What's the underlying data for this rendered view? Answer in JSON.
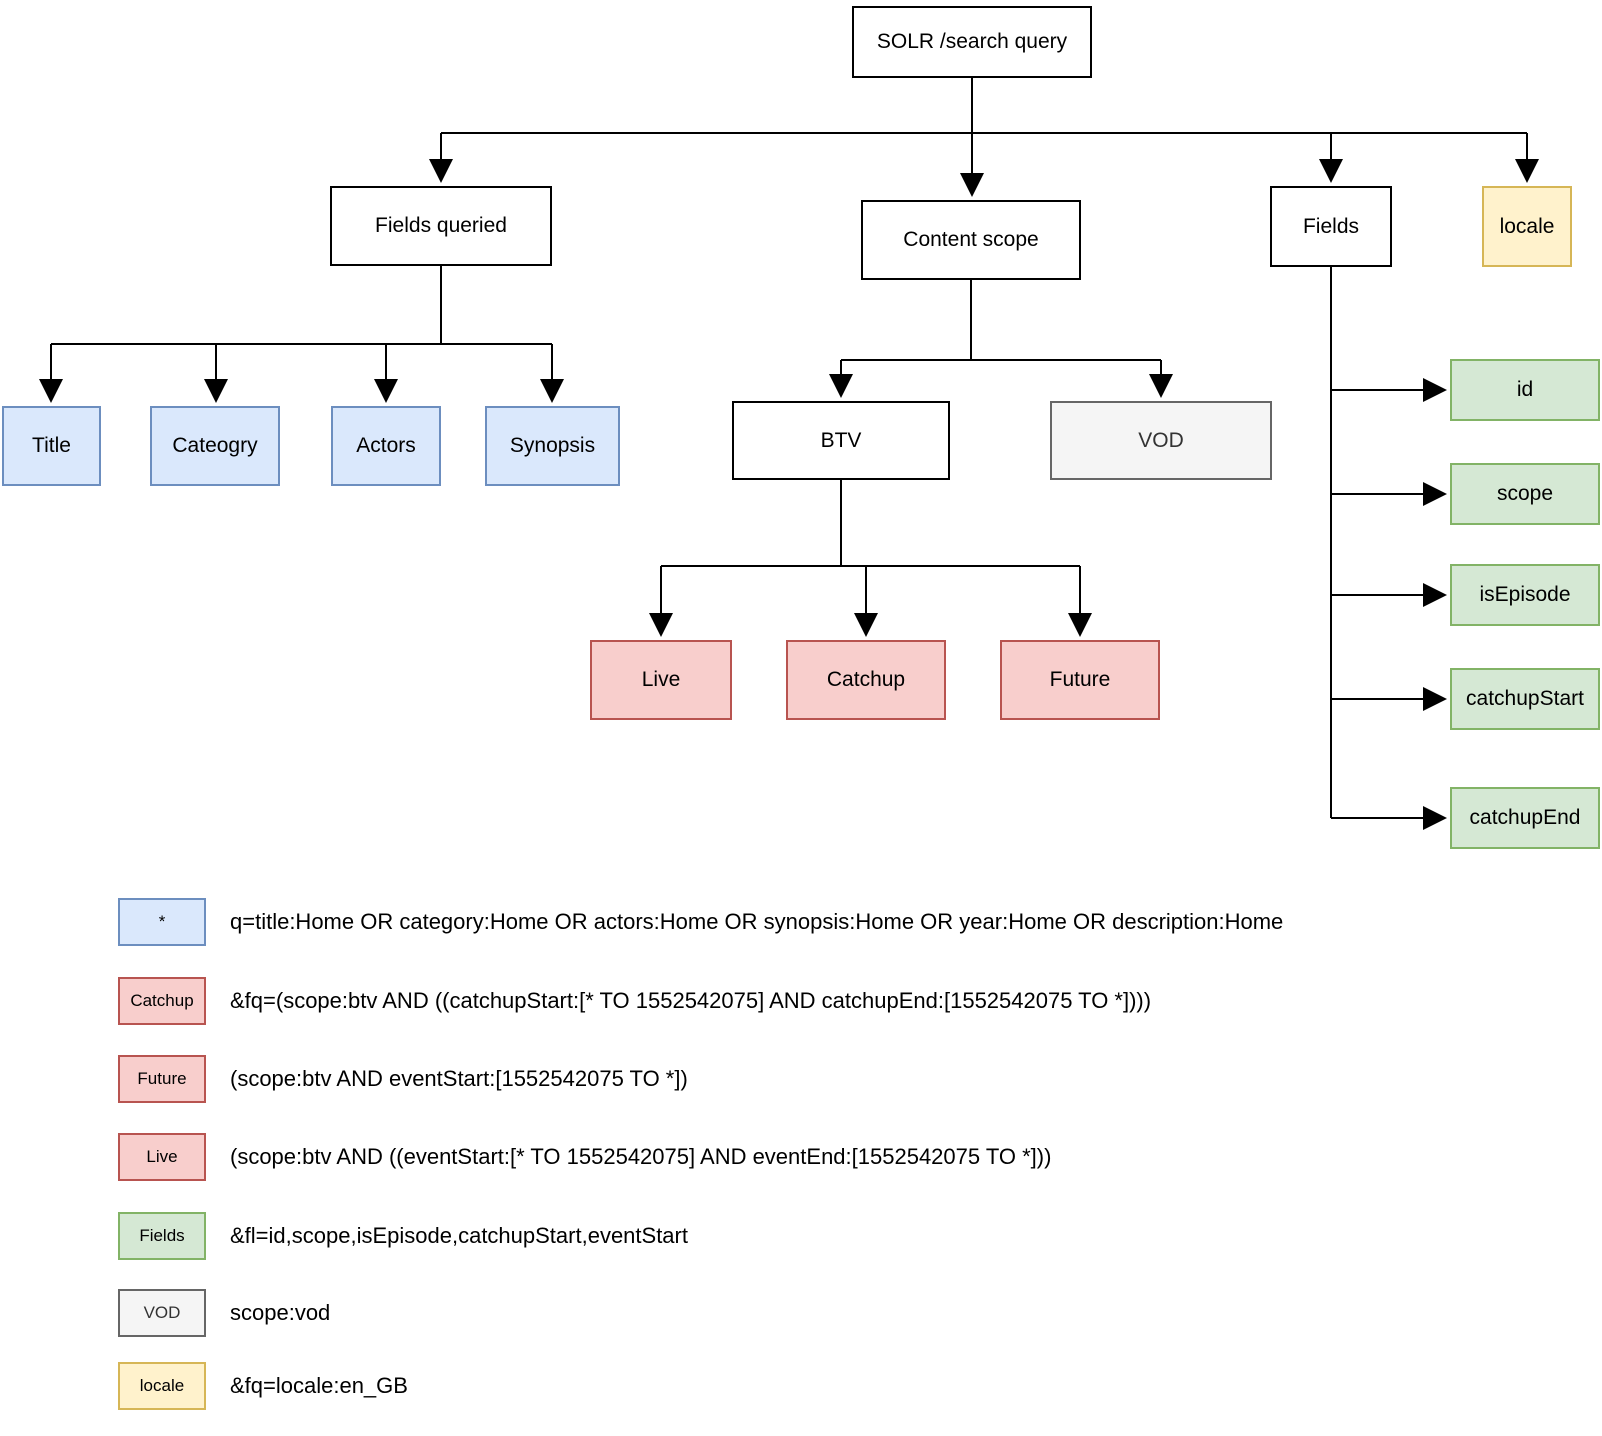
{
  "diagram": {
    "nodes": {
      "solr": {
        "label": "SOLR /search query"
      },
      "fields_queried": {
        "label": "Fields queried"
      },
      "content_scope": {
        "label": "Content scope"
      },
      "fields": {
        "label": "Fields"
      },
      "locale": {
        "label": "locale"
      },
      "title": {
        "label": "Title"
      },
      "cateogry": {
        "label": "Cateogry"
      },
      "actors": {
        "label": "Actors"
      },
      "synopsis": {
        "label": "Synopsis"
      },
      "btv": {
        "label": "BTV"
      },
      "vod": {
        "label": "VOD"
      },
      "live": {
        "label": "Live"
      },
      "catchup": {
        "label": "Catchup"
      },
      "future": {
        "label": "Future"
      },
      "id": {
        "label": "id"
      },
      "scope": {
        "label": "scope"
      },
      "isEpisode": {
        "label": "isEpisode"
      },
      "catchupStart": {
        "label": "catchupStart"
      },
      "catchupEnd": {
        "label": "catchupEnd"
      }
    },
    "colors": {
      "blue_fill": "#dae8fc",
      "blue_border": "#6c8ebf",
      "red_fill": "#f8cecc",
      "red_border": "#b85450",
      "green_fill": "#d5e8d4",
      "green_border": "#82b366",
      "yellow_fill": "#fff2cc",
      "yellow_border": "#d6b656",
      "gray_fill": "#f5f5f5",
      "gray_border": "#666666",
      "plain_fill": "#ffffff",
      "plain_border": "#000000",
      "edge": "#000000"
    }
  },
  "legend": {
    "rows": [
      {
        "key": "*",
        "style": "blue",
        "text": "q=title:Home OR category:Home OR actors:Home OR synopsis:Home OR year:Home OR description:Home"
      },
      {
        "key": "Catchup",
        "style": "red",
        "text": "&fq=(scope:btv AND ((catchupStart:[* TO 1552542075] AND catchupEnd:[1552542075 TO *])))"
      },
      {
        "key": "Future",
        "style": "red",
        "text": "(scope:btv AND eventStart:[1552542075 TO *])"
      },
      {
        "key": "Live",
        "style": "red",
        "text": "(scope:btv AND ((eventStart:[* TO 1552542075] AND eventEnd:[1552542075 TO *]))"
      },
      {
        "key": "Fields",
        "style": "green",
        "text": "&fl=id,scope,isEpisode,catchupStart,eventStart"
      },
      {
        "key": "VOD",
        "style": "gray",
        "text": "scope:vod"
      },
      {
        "key": "locale",
        "style": "yellow",
        "text": "&fq=locale:en_GB"
      }
    ]
  }
}
